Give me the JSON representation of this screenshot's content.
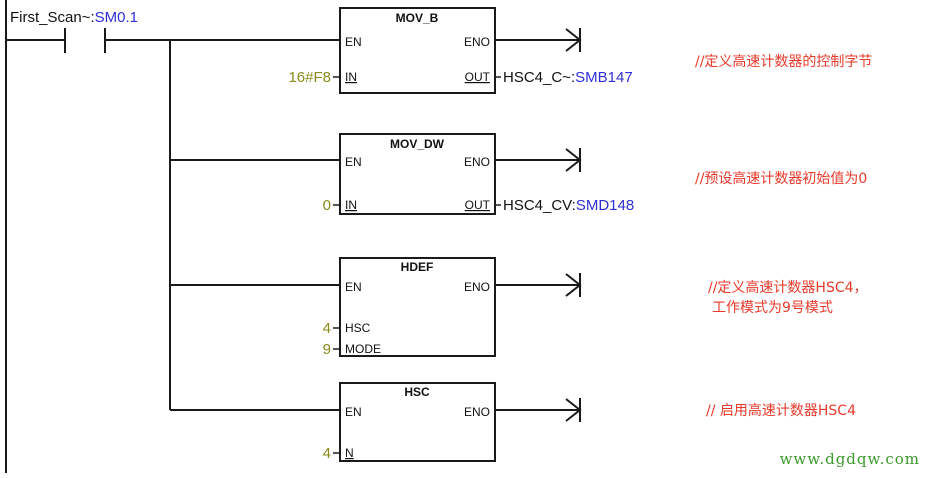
{
  "contact": {
    "name": "First_Scan~",
    "sep": ":",
    "address": "SM0.1"
  },
  "blocks": [
    {
      "title": "MOV_B",
      "en": "EN",
      "eno": "ENO",
      "input_value": "16#F8",
      "input_pin": "IN",
      "output_pin": "OUT",
      "output_name": "HSC4_C~",
      "output_sep": ":",
      "output_address": "SMB147",
      "comment": [
        "//定义高速计数器的控制字节"
      ]
    },
    {
      "title": "MOV_DW",
      "en": "EN",
      "eno": "ENO",
      "input_value": "0",
      "input_pin": "IN",
      "output_pin": "OUT",
      "output_name": "HSC4_CV",
      "output_sep": ":",
      "output_address": "SMD148",
      "comment": [
        "//预设高速计数器初始值为0"
      ]
    },
    {
      "title": "HDEF",
      "en": "EN",
      "eno": "ENO",
      "inputs": [
        {
          "value": "4",
          "pin": "HSC"
        },
        {
          "value": "9",
          "pin": "MODE"
        }
      ],
      "comment": [
        "//定义高速计数器HSC4，",
        "工作模式为9号模式"
      ]
    },
    {
      "title": "HSC",
      "en": "EN",
      "eno": "ENO",
      "input_value": "4",
      "input_pin": "N",
      "comment": [
        "// 启用高速计数器HSC4"
      ]
    }
  ],
  "watermark": "www.dgdqw.com"
}
